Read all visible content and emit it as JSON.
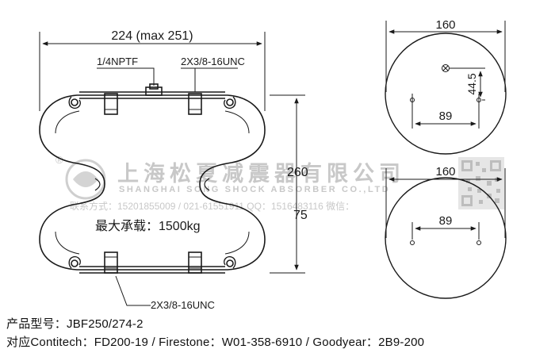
{
  "dimensions": {
    "width": "224 (max 251)",
    "port": "1/4NPTF",
    "top_studs": "2X3/8-16UNC",
    "bottom_studs": "2X3/8-16UNC",
    "height": "260",
    "min_height": "75",
    "load": "最大承载：1500kg"
  },
  "top_plate": {
    "diameter": "160",
    "offset": "44.5",
    "stud_spacing": "89"
  },
  "bottom_plate": {
    "diameter": "160",
    "stud_spacing": "89"
  },
  "watermark": {
    "company_cn": "上海松夏减震器有限公司",
    "company_en": "SHANGHAI SONG SHOCK ABSORBER CO.,LTD",
    "contact": "联系方式：15201855009 / 021-61551911   QQ：1516483116   微信：",
    "registered_mark": "®"
  },
  "info": {
    "model_line": "产品型号：JBF250/274-2",
    "cross_line": "对应Contitech：FD200-19 /  Firestone：W01-358-6910 / Goodyear：2B9-200"
  },
  "colors": {
    "line": "#1a1a1a",
    "watermark": "#c8c8c8"
  }
}
